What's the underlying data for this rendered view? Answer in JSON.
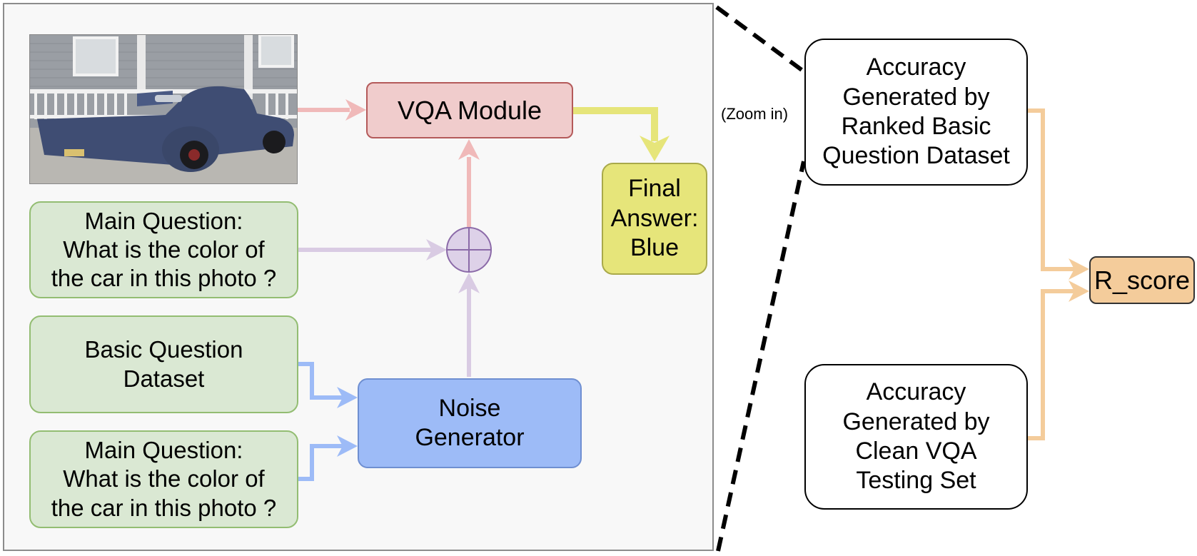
{
  "zoom_label": "(Zoom in)",
  "nodes": {
    "vqa_module": "VQA Module",
    "final_answer": "Final\nAnswer:\nBlue",
    "main_question_top": "Main Question:\nWhat is the color of\nthe car in this photo ?",
    "basic_question_dataset": "Basic Question\nDataset",
    "main_question_bottom": "Main Question:\nWhat is the color of\nthe car in this photo ?",
    "noise_generator": "Noise\nGenerator",
    "accuracy_ranked": "Accuracy\nGenerated by\nRanked Basic\nQuestion  Dataset",
    "accuracy_clean": "Accuracy\nGenerated by\nClean VQA\nTesting Set",
    "r_score": "R_score"
  },
  "colors": {
    "pink_arrow": "#f0b9b9",
    "yellow_arrow": "#e6e57a",
    "lavender_arrow": "#d9cbe3",
    "blue_arrow": "#9dbbf7",
    "orange_arrow": "#f4cc9b",
    "plus_fill": "#ddd1e8",
    "plus_stroke": "#8b6aa8"
  },
  "icons": {
    "photo": "pickup-truck-photo",
    "combiner": "circle-plus-icon"
  }
}
